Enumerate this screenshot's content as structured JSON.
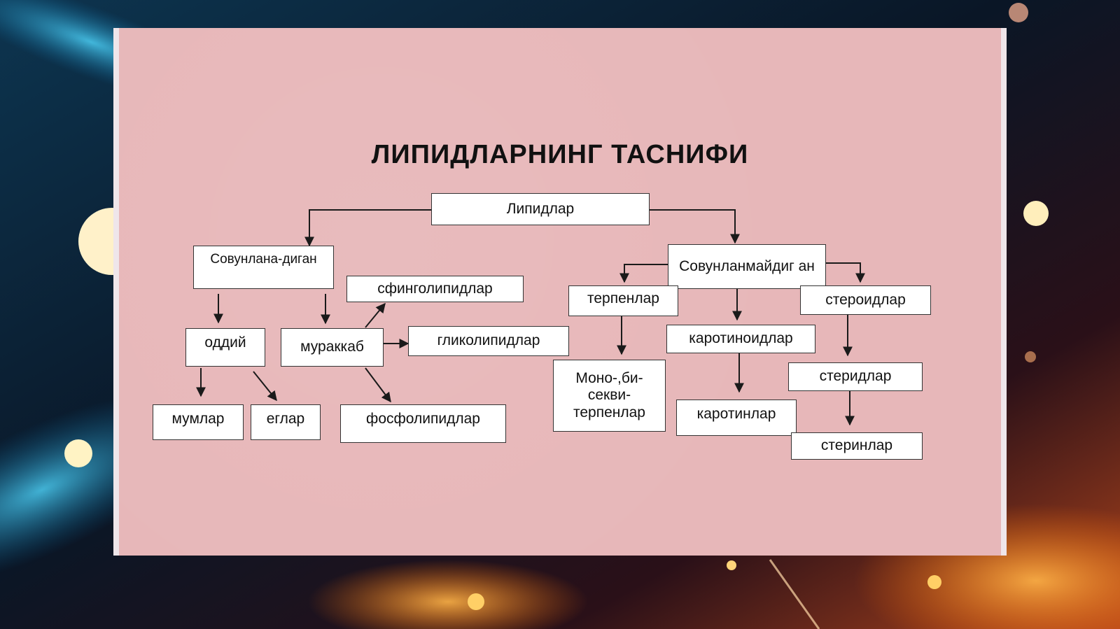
{
  "title": "ЛИПИДЛАРНИНГ ТАСНИФИ",
  "colors": {
    "slide_bg": "#e7b7b9",
    "node_fill": "#ffffff",
    "line": "#1a1a1a"
  },
  "nodes": {
    "lipids": "Липидлар",
    "saponifiable": "Совунлана-диган",
    "nonsaponifiable": "Совунланмайдиг ан",
    "simple": "оддий",
    "complex": "мураккаб",
    "sphingolipids": "сфинголипидлар",
    "glycolipids": "гликолипидлар",
    "phospholipids": "фосфолипидлар",
    "waxes": "мумлар",
    "fats": "еглар",
    "terpenes": "терпенлар",
    "steroids": "стероидлар",
    "carotenoids": "каротиноидлар",
    "mono_terpenes": "Моно-,би-секви-терпенлар",
    "carotenes": "каротинлар",
    "sterides": "стеридлар",
    "sterols": "стеринлар"
  }
}
